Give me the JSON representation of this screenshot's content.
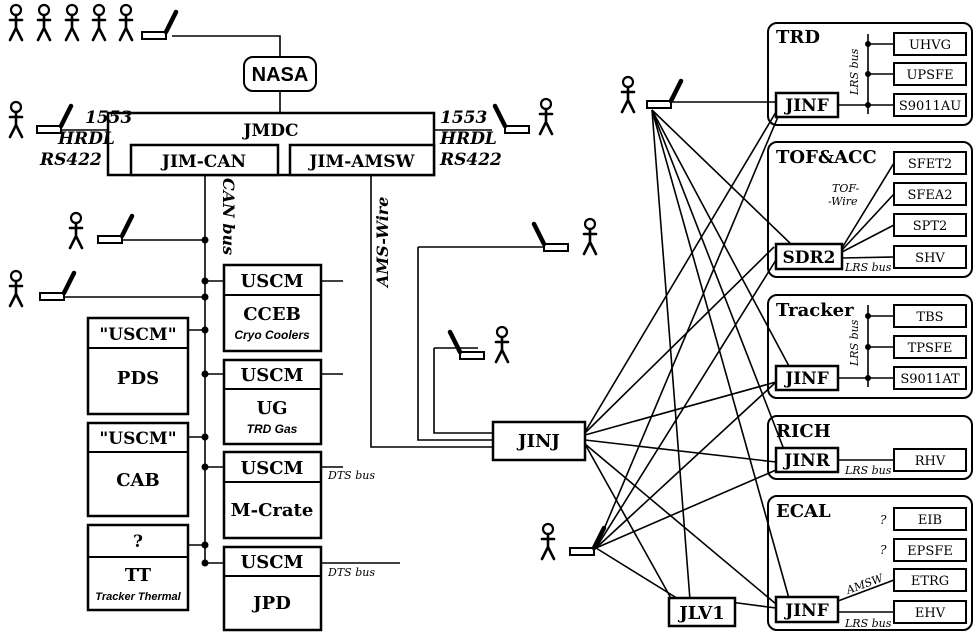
{
  "top": {
    "nasa": "NASA"
  },
  "jmdc": {
    "title": "JMDC",
    "jim_can": "JIM-CAN",
    "jim_amsw": "JIM-AMSW",
    "left_link_1": "1553",
    "left_link_2": "HRDL",
    "left_link_3": "RS422",
    "right_link_1": "1553",
    "right_link_2": "HRDL",
    "right_link_3": "RS422"
  },
  "buses": {
    "can_bus": "CAN bus",
    "ams_wire": "AMS-Wire",
    "dts_bus_1": "DTS bus",
    "dts_bus_2": "DTS bus"
  },
  "left_modules": {
    "pds_tag": "\"USCM\"",
    "pds": "PDS",
    "cab_tag": "\"USCM\"",
    "cab": "CAB",
    "tt_tag": "?",
    "tt": "TT",
    "tt_sub": "Tracker Thermal"
  },
  "center_modules": {
    "uscm": "USCM",
    "cceb": "CCEB",
    "cceb_sub": "Cryo Coolers",
    "ug": "UG",
    "ug_sub": "TRD Gas",
    "mcrate": "M-Crate",
    "jpd": "JPD"
  },
  "hubs": {
    "jinj": "JINJ",
    "jlv1": "JLV1"
  },
  "subdetectors": {
    "trd": {
      "title": "TRD",
      "node": "JINF",
      "bus": "LRS bus",
      "items": [
        "UHVG",
        "UPSFE",
        "S9011AU"
      ]
    },
    "tofacc": {
      "title": "TOF&ACC",
      "node": "SDR2",
      "bus": "LRS bus",
      "wire_1": "TOF-",
      "wire_2": "-Wire",
      "items": [
        "SFET2",
        "SFEA2",
        "SPT2",
        "SHV"
      ]
    },
    "tracker": {
      "title": "Tracker",
      "node": "JINF",
      "bus": "LRS bus",
      "items": [
        "TBS",
        "TPSFE",
        "S9011AT"
      ]
    },
    "rich": {
      "title": "RICH",
      "node": "JINR",
      "bus": "LRS bus",
      "items": [
        "RHV"
      ]
    },
    "ecal": {
      "title": "ECAL",
      "node": "JINF",
      "bus": "LRS bus",
      "amsw": "AMSW",
      "q1": "?",
      "q2": "?",
      "items": [
        "EIB",
        "EPSFE",
        "ETRG",
        "EHV"
      ]
    }
  }
}
